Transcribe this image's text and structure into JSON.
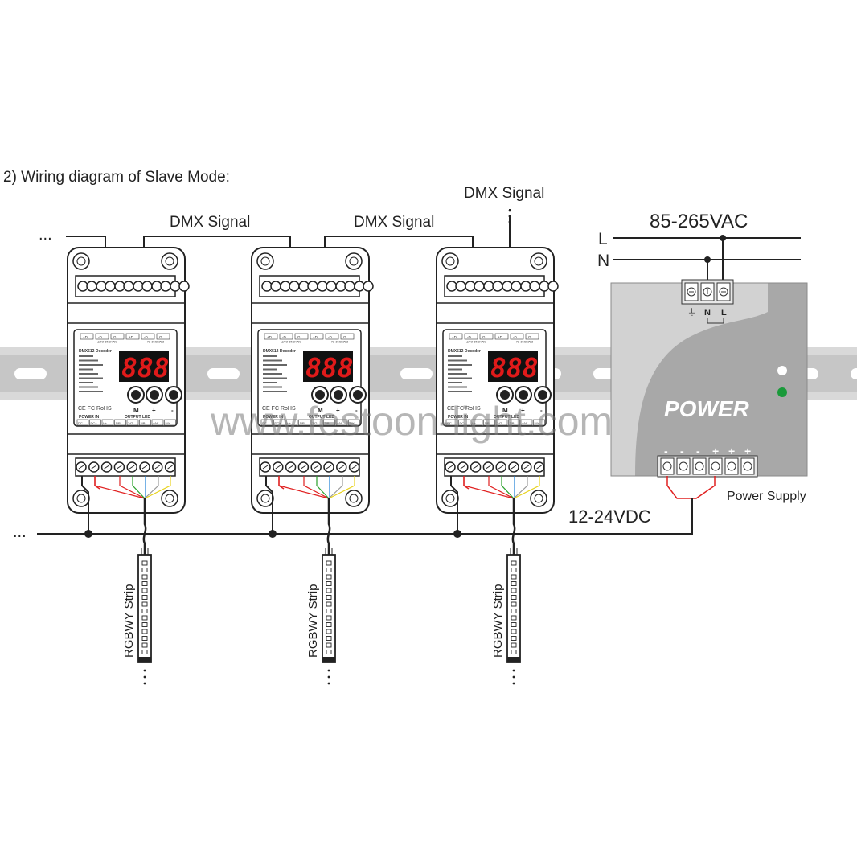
{
  "diagram": {
    "title": "2) Wiring diagram of Slave Mode:",
    "dmx_signal_label": "DMX Signal",
    "ac_label": "85-265VAC",
    "line_labels": {
      "live": "L",
      "neutral": "N"
    },
    "dc_label": "12-24VDC",
    "power_supply_label": "Power Supply",
    "power_text": "POWER",
    "strip_label": "RGBWY Strip",
    "ellipsis": "...",
    "watermark": "www.festoon-light.com",
    "psu_terminals": {
      "earth": "⏚",
      "n": "N",
      "l": "L"
    },
    "psu_polarity": [
      "-",
      "-",
      "-",
      "+",
      "+",
      "+"
    ]
  },
  "decoder": {
    "name": "DMX512 Decoder",
    "display": "888",
    "dmx_in": "DMX512 IN",
    "dmx_out": "DMX512 OUT",
    "buttons": [
      "M",
      "+",
      "-"
    ],
    "cert": "CE FC RoHS",
    "power_in": "POWER IN",
    "output_led": "OUTPUT LED",
    "top_pins": [
      "+D",
      "-D",
      "G",
      "+D",
      "-D",
      "G"
    ],
    "bottom_pins": [
      "DC-",
      "DC+",
      "V+",
      "1/R",
      "2/G",
      "3/B",
      "4/W",
      "5/Y"
    ]
  },
  "colors": {
    "rail": "#c9c9c9",
    "psu_light": "#d3d3d3",
    "psu_dark": "#a6a6a6",
    "display_bg": "#111111",
    "display_digits": "#e01a1a",
    "led_green": "#1a9a3a",
    "wire_red": "#e02020",
    "wire_blue": "#1b7fd6",
    "wire_green": "#2aa02a",
    "wire_yellow": "#e8d21a"
  }
}
